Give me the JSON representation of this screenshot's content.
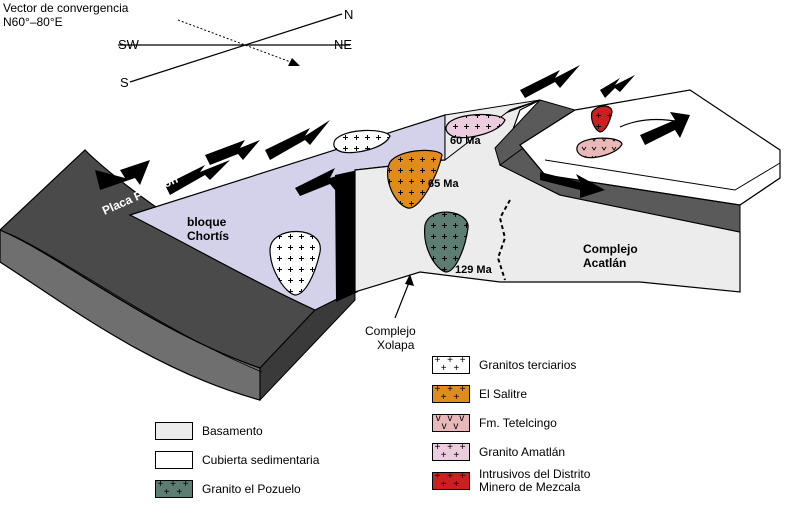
{
  "compass": {
    "vector_title": "Vector de convergencia",
    "vector_range": "N60°–80°E",
    "north": "N",
    "south": "S",
    "southwest": "SW",
    "northeast": "NE"
  },
  "labels": {
    "placa": "Placa Farallón",
    "bloque": "bloque",
    "chortis": "Chortís",
    "xolapa_1": "Complejo",
    "xolapa_2": "Xolapa",
    "acatlan_1": "Complejo",
    "acatlan_2": "Acatlán",
    "age_60": "60 Ma",
    "age_65": "65 Ma",
    "age_129": "129 Ma"
  },
  "colors": {
    "basamento": "#ececec",
    "cubierta": "#ffffff",
    "pozuelo": "#5d7d72",
    "terciarios": "#ffffff",
    "salitre": "#e08c1c",
    "tetelcingo": "#e9b8b8",
    "amatlan": "#eccde0",
    "mezcala": "#cc1f1f",
    "chortis_block": "#d4d2ea",
    "plate_dark": "#4a4a4a"
  },
  "legend_left": [
    {
      "label": "Basamento",
      "pattern": "none",
      "color_key": "basamento"
    },
    {
      "label": "Cubierta sedimentaria",
      "pattern": "none",
      "color_key": "cubierta"
    },
    {
      "label": "Granito el Pozuelo",
      "pattern": "cross",
      "color_key": "pozuelo"
    }
  ],
  "legend_right": [
    {
      "label": "Granitos terciarios",
      "label2": "",
      "pattern": "cross",
      "color_key": "terciarios"
    },
    {
      "label": "El Salitre",
      "label2": "",
      "pattern": "cross",
      "color_key": "salitre"
    },
    {
      "label": "Fm. Tetelcingo",
      "label2": "",
      "pattern": "vee",
      "color_key": "tetelcingo"
    },
    {
      "label": "Granito Amatlán",
      "label2": "",
      "pattern": "cross",
      "color_key": "amatlan"
    },
    {
      "label": "Intrusivos del Distrito",
      "label2": "Minero de Mezcala",
      "pattern": "cross",
      "color_key": "mezcala"
    }
  ]
}
